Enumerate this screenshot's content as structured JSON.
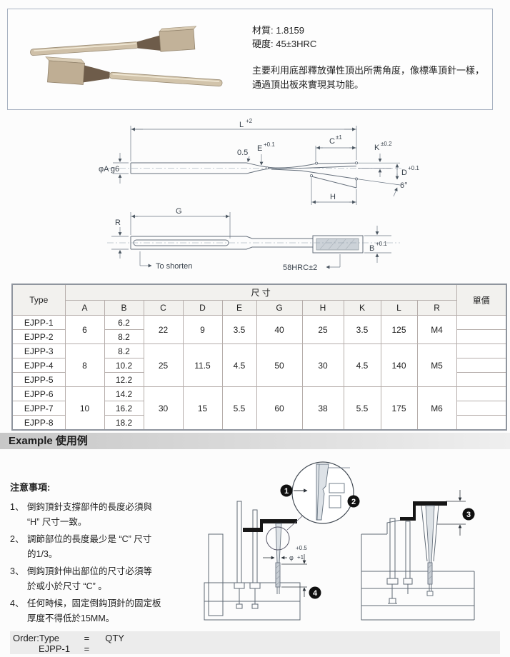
{
  "intro": {
    "material_label": "材質:",
    "material_value": "1.8159",
    "hardness_label": "硬度:",
    "hardness_value": "45±3HRC",
    "desc_line1": "主要利用底部釋放彈性頂出所需角度，像標準頂針一樣，",
    "desc_line2": "通過頂出板來實現其功能。"
  },
  "drawing_top": {
    "dim_L": "L",
    "dim_L_tol": "+2",
    "dim_C": "C",
    "dim_C_tol": "±1",
    "dim_K": "K",
    "dim_K_tol": "±0.2",
    "dim_E": "E",
    "dim_E_tol": "+0.1",
    "dim_half": "0.5",
    "dim_A": "φA g6",
    "dim_D": "D",
    "dim_D_tol": "+0.1",
    "dim_angle": "6°",
    "dim_H": "H"
  },
  "drawing_bottom": {
    "dim_G": "G",
    "dim_R": "R",
    "to_shorten": "To shorten",
    "hrc_note": "58HRC±2",
    "dim_B": "B",
    "dim_B_tol": "+0.1"
  },
  "table": {
    "col_type": "Type",
    "col_size": "尺 寸",
    "col_price": "單價",
    "dims": [
      "A",
      "B",
      "C",
      "D",
      "E",
      "G",
      "H",
      "K",
      "L",
      "R"
    ],
    "types": [
      "EJPP-1",
      "EJPP-2",
      "EJPP-3",
      "EJPP-4",
      "EJPP-5",
      "EJPP-6",
      "EJPP-7",
      "EJPP-8"
    ],
    "a_values": [
      "6",
      "8",
      "10"
    ],
    "b_values": [
      "6.2",
      "8.2",
      "8.2",
      "10.2",
      "12.2",
      "14.2",
      "16.2",
      "18.2"
    ],
    "groups": [
      {
        "C": "22",
        "D": "9",
        "E": "3.5",
        "G": "40",
        "H": "25",
        "K": "3.5",
        "L": "125",
        "R": "M4"
      },
      {
        "C": "25",
        "D": "11.5",
        "E": "4.5",
        "G": "50",
        "H": "30",
        "K": "4.5",
        "L": "140",
        "R": "M5"
      },
      {
        "C": "30",
        "D": "15",
        "E": "5.5",
        "G": "60",
        "H": "38",
        "K": "5.5",
        "L": "175",
        "R": "M6"
      }
    ]
  },
  "example": {
    "title": "Example 使用例"
  },
  "notes": {
    "title": "注意事項:",
    "items": [
      {
        "num": "1、",
        "line1": "倒鈎頂針支撐部件的長度必須與",
        "line2": "“H” 尺寸一致。"
      },
      {
        "num": "2、",
        "line1": "調節部位的長度最少是 “C” 尺寸",
        "line2": "的1/3。"
      },
      {
        "num": "3、",
        "line1": "倒鈎頂針伸出部位的尺寸必須等",
        "line2": "於或小於尺寸 “C” 。"
      },
      {
        "num": "4、",
        "line1": "任何時候，固定倒鈎頂針的固定板",
        "line2": "厚度不得低於15MM。"
      }
    ]
  },
  "diagram": {
    "callout1": "1",
    "callout2": "2",
    "callout3": "3",
    "callout4": "4",
    "dim_phi": "φ",
    "dim_tol_upper": "+0.5",
    "dim_tol_lower": "+1"
  },
  "order": {
    "label": "Order:Type",
    "eq1": "=",
    "qty": "QTY",
    "type_value": "EJPP-1",
    "eq2": "="
  }
}
